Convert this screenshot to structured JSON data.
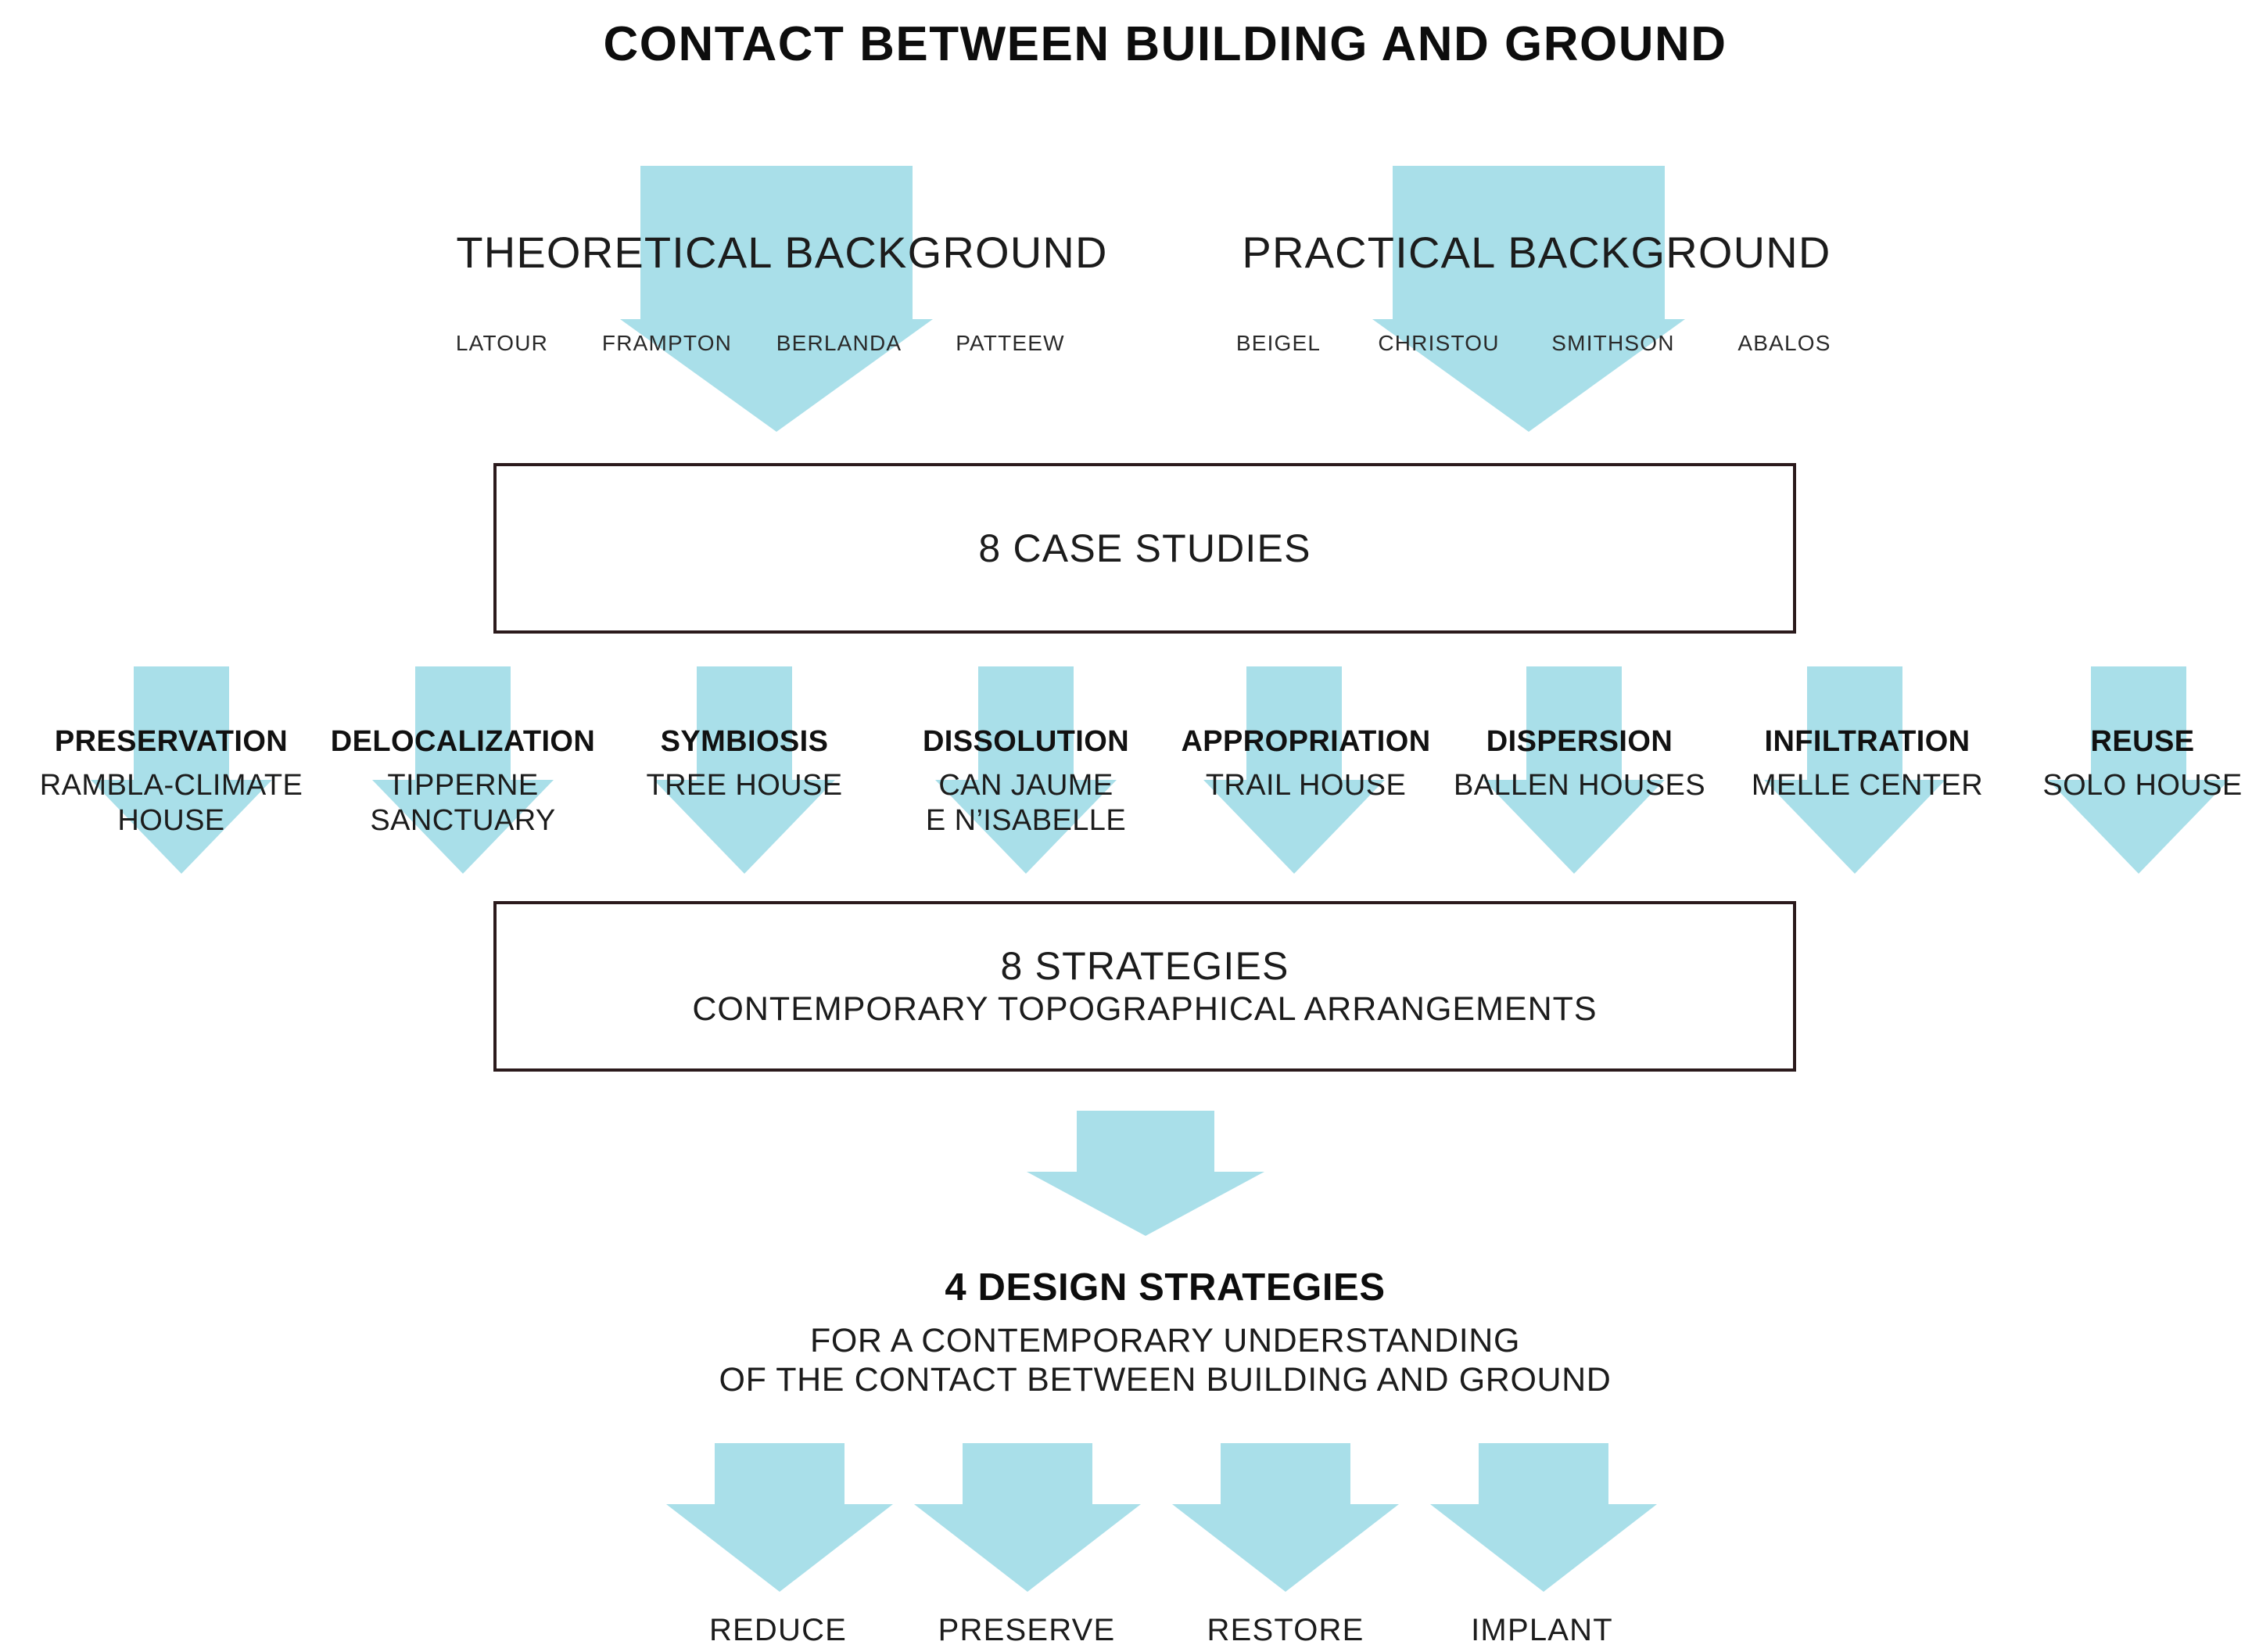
{
  "colors": {
    "arrow_fill": "#a9dfe9",
    "box_border": "#2b1a1c",
    "text": "#111111",
    "background": "#ffffff"
  },
  "header": {
    "title": "CONTACT BETWEEN BUILDING AND GROUND"
  },
  "backgrounds": [
    {
      "heading": "THEORETICAL BACKGROUND",
      "names": [
        "LATOUR",
        "FRAMPTON",
        "BERLANDA",
        "PATTEEW"
      ]
    },
    {
      "heading": "PRACTICAL BACKGROUND",
      "names": [
        "BEIGEL",
        "CHRISTOU",
        "SMITHSON",
        "ABALOS"
      ]
    }
  ],
  "case_studies_box": {
    "title": "8 CASE STUDIES",
    "subtitle": ""
  },
  "strategies": [
    {
      "label": "PRESERVATION",
      "case": "RAMBLA-CLIMATE\nHOUSE"
    },
    {
      "label": "DELOCALIZATION",
      "case": "TIPPERNE\nSANCTUARY"
    },
    {
      "label": "SYMBIOSIS",
      "case": "TREE HOUSE"
    },
    {
      "label": "DISSOLUTION",
      "case": "CAN JAUME\nE N’ISABELLE"
    },
    {
      "label": "APPROPRIATION",
      "case": "TRAIL HOUSE"
    },
    {
      "label": "DISPERSION",
      "case": "BALLEN HOUSES"
    },
    {
      "label": "INFILTRATION",
      "case": "MELLE CENTER"
    },
    {
      "label": "REUSE",
      "case": "SOLO HOUSE"
    }
  ],
  "strategies_box": {
    "title": "8 STRATEGIES",
    "subtitle": "CONTEMPORARY TOPOGRAPHICAL ARRANGEMENTS"
  },
  "final": {
    "title": "4 DESIGN STRATEGIES",
    "line1": "FOR A CONTEMPORARY UNDERSTANDING",
    "line2": "OF THE CONTACT BETWEEN BUILDING AND GROUND"
  },
  "outcomes": [
    "REDUCE",
    "PRESERVE",
    "RESTORE",
    "IMPLANT"
  ]
}
